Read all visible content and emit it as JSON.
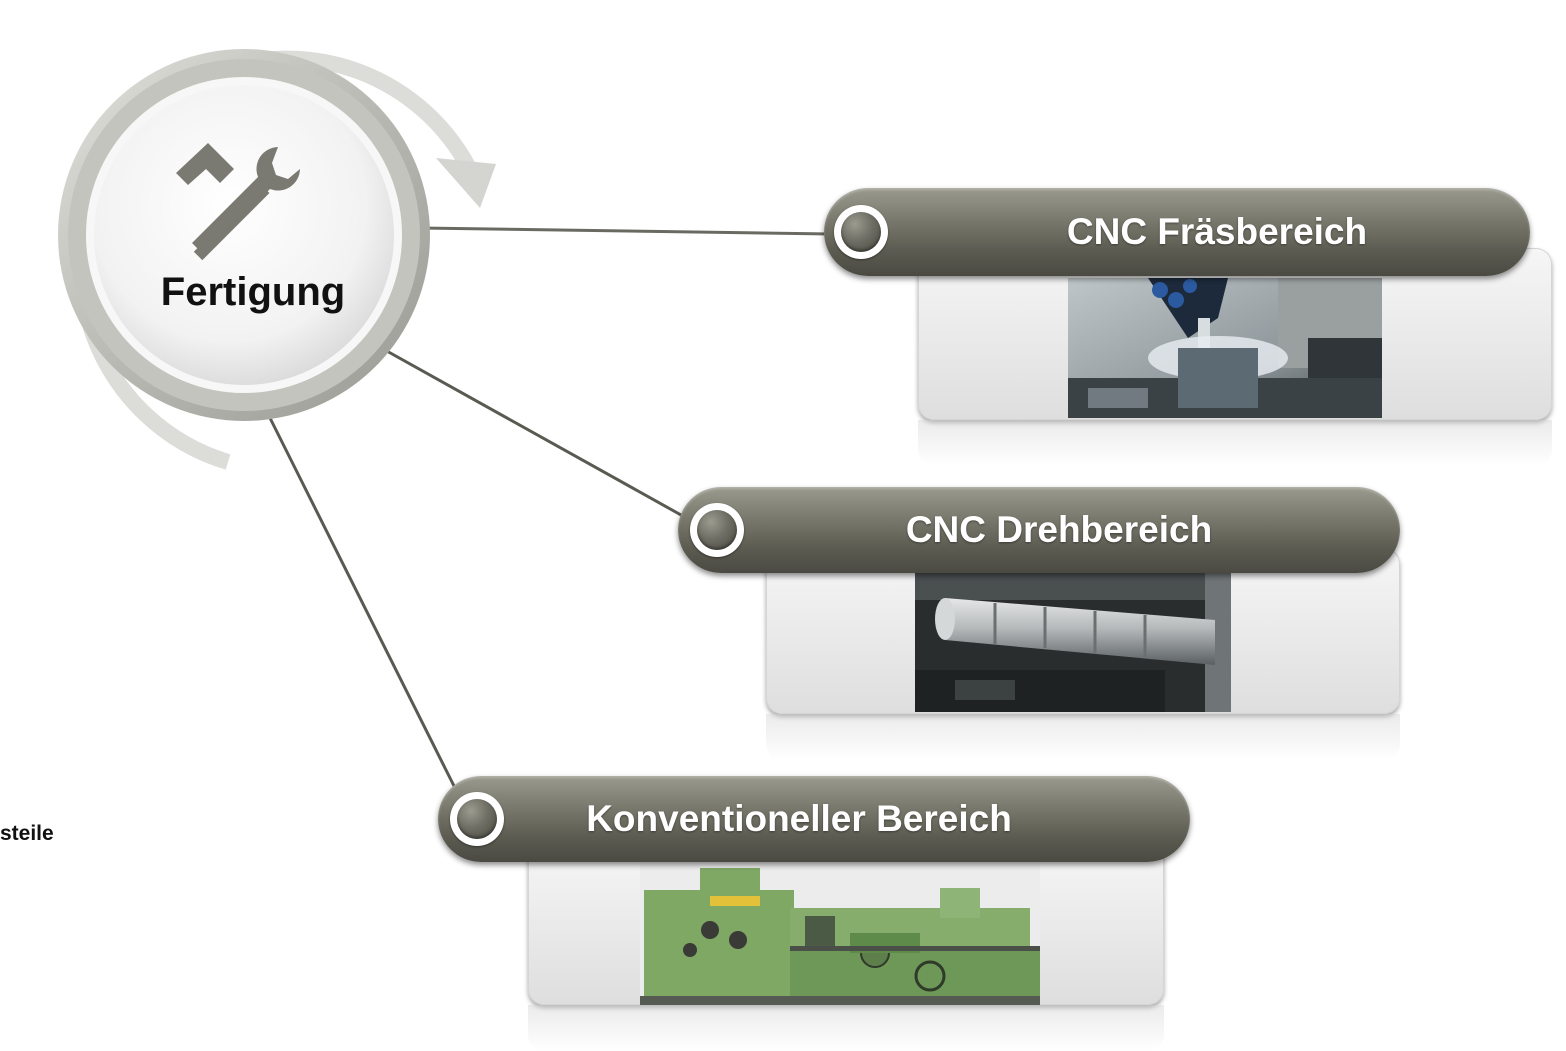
{
  "hub": {
    "label": "Fertigung",
    "icon": "hammer-wrench-icon"
  },
  "side_note": "steile",
  "branches": [
    {
      "title": "CNC Fräsbereich",
      "image": "cnc-milling-photo"
    },
    {
      "title": "CNC Drehbereich",
      "image": "cnc-turning-photo"
    },
    {
      "title": "Konventioneller Bereich",
      "image": "conventional-lathe-photo"
    }
  ],
  "colors": {
    "pill": "#6b6b60",
    "ring": "#c8c8c3",
    "connector": "#5a5a52"
  }
}
